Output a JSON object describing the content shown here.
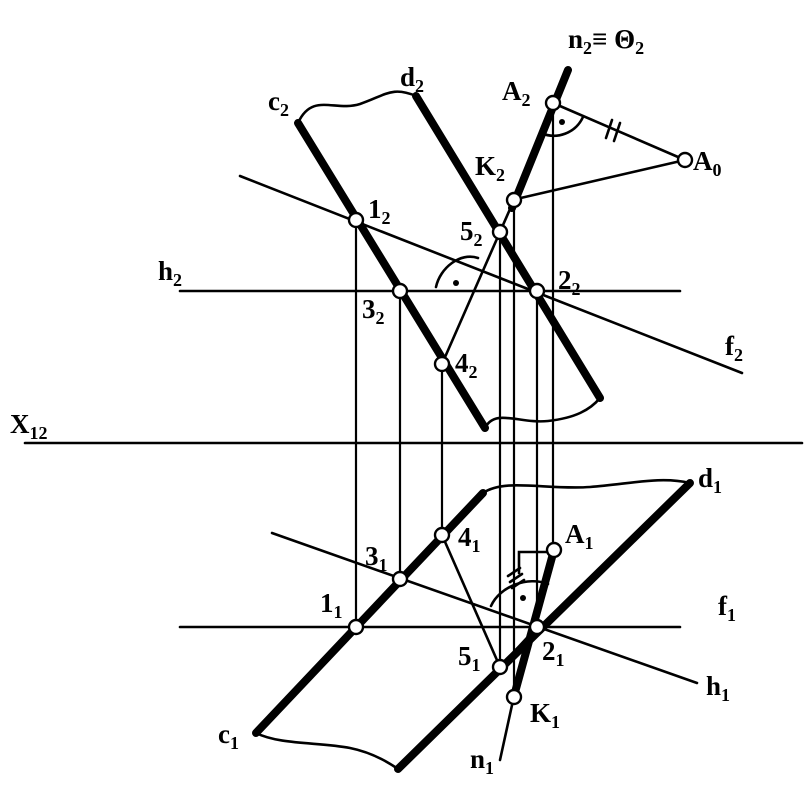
{
  "labels": {
    "n2_theta2": {
      "main": "n",
      "sub": "2",
      "tail": "≡ Θ",
      "tail_sub": "2"
    },
    "d2": {
      "main": "d",
      "sub": "2"
    },
    "c2": {
      "main": "c",
      "sub": "2"
    },
    "A2": {
      "main": "A",
      "sub": "2"
    },
    "A0": {
      "main": "A",
      "sub": "0"
    },
    "K2": {
      "main": "K",
      "sub": "2"
    },
    "p1_2": {
      "main": "1",
      "sub": "2"
    },
    "p5_2": {
      "main": "5",
      "sub": "2"
    },
    "h2": {
      "main": "h",
      "sub": "2"
    },
    "p2_2": {
      "main": "2",
      "sub": "2"
    },
    "p3_2": {
      "main": "3",
      "sub": "2"
    },
    "p4_2": {
      "main": "4",
      "sub": "2"
    },
    "f2": {
      "main": "f",
      "sub": "2"
    },
    "X12": {
      "main": "X",
      "sub": "12"
    },
    "d1": {
      "main": "d",
      "sub": "1"
    },
    "A1": {
      "main": "A",
      "sub": "1"
    },
    "p3_1": {
      "main": "3",
      "sub": "1"
    },
    "p4_1": {
      "main": "4",
      "sub": "1"
    },
    "p1_1": {
      "main": "1",
      "sub": "1"
    },
    "f1": {
      "main": "f",
      "sub": "1"
    },
    "p5_1": {
      "main": "5",
      "sub": "1"
    },
    "p2_1": {
      "main": "2",
      "sub": "1"
    },
    "h1": {
      "main": "h",
      "sub": "1"
    },
    "K1": {
      "main": "K",
      "sub": "1"
    },
    "c1": {
      "main": "c",
      "sub": "1"
    },
    "n1": {
      "main": "n",
      "sub": "1"
    }
  }
}
